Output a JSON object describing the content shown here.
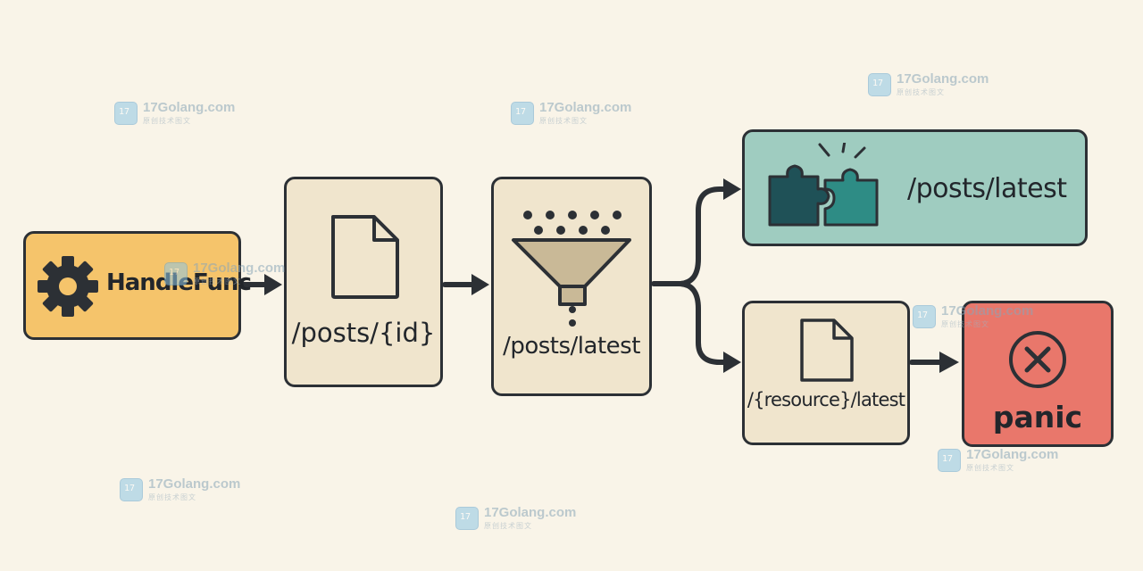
{
  "nodes": {
    "handle_func": {
      "label": "HandleFunc",
      "color": "#f5c46b"
    },
    "posts_id": {
      "label": "/posts/{id}",
      "color": "#f0e5cd"
    },
    "posts_latest": {
      "label": "/posts/latest",
      "color": "#f0e5cd"
    },
    "match": {
      "label": "/posts/latest",
      "color": "#9fccc0"
    },
    "resource_latest": {
      "label": "/{resource}/latest",
      "color": "#f0e5cd"
    },
    "panic": {
      "label": "panic",
      "color": "#e9776b"
    }
  },
  "icons": {
    "handle_func": "gear-icon",
    "posts_id": "document-icon",
    "posts_latest": "funnel-icon",
    "match": "puzzle-icon",
    "resource_latest": "document-icon",
    "panic": "error-x-icon"
  },
  "watermark": {
    "text": "17Golang.com",
    "subtext": "原创技术图文"
  }
}
